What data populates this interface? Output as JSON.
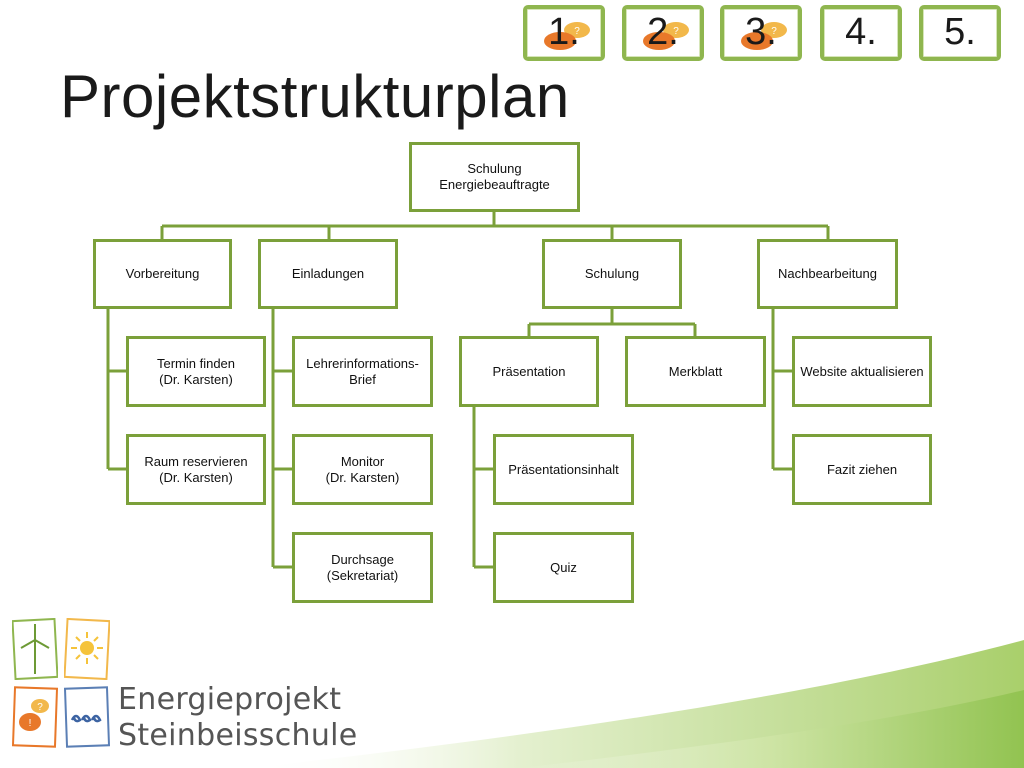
{
  "title": "Projektstrukturplan",
  "steps": [
    "1.",
    "2.",
    "3.",
    "4.",
    "5."
  ],
  "wbs": {
    "root": "Schulung\nEnergiebeauftragte",
    "vorbereitung": "Vorbereitung",
    "einladungen": "Einladungen",
    "schulung": "Schulung",
    "nachbearbeitung": "Nachbearbeitung",
    "termin": "Termin finden\n(Dr. Karsten)",
    "raum": "Raum reservieren\n(Dr. Karsten)",
    "lehrer": "Lehrerinformations-\nBrief",
    "monitor": "Monitor\n(Dr. Karsten)",
    "durchsage": "Durchsage\n(Sekretariat)",
    "praesentation": "Präsentation",
    "merkblatt": "Merkblatt",
    "inhalt": "Präsentationsinhalt",
    "quiz": "Quiz",
    "website": "Website aktualisieren",
    "fazit": "Fazit ziehen"
  },
  "logo": {
    "line1": "Energieprojekt",
    "line2": "Steinbeisschule"
  },
  "colors": {
    "accent_green": "#7ba03a",
    "bubble_orange": "#e8782a",
    "bubble_yellow": "#f2b84b"
  }
}
